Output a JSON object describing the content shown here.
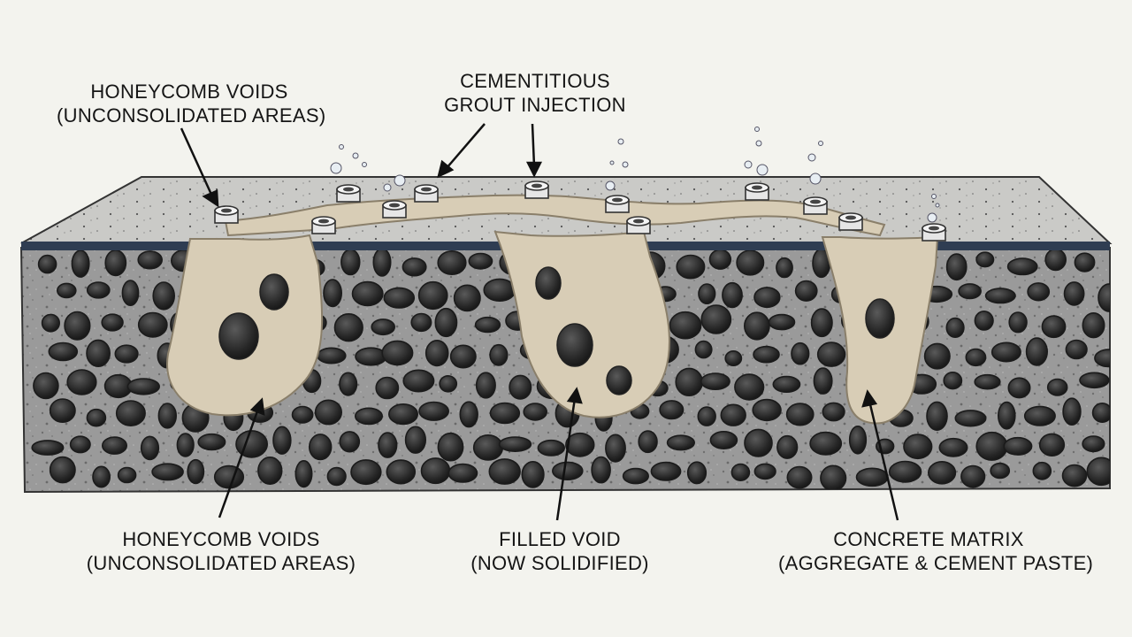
{
  "labels": {
    "honeycomb_top": {
      "line1": "HONEYCOMB VOIDS",
      "line2": "(UNCONSOLIDATED AREAS)"
    },
    "grout_injection": {
      "line1": "CEMENTITIOUS",
      "line2": "GROUT INJECTION"
    },
    "honeycomb_bottom": {
      "line1": "HONEYCOMB VOIDS",
      "line2": "(UNCONSOLIDATED AREAS)"
    },
    "filled_void": {
      "line1": "FILLED VOID",
      "line2": "(NOW SOLIDIFIED)"
    },
    "concrete_matrix": {
      "line1": "CONCRETE MATRIX",
      "line2": "(AGGREGATE & CEMENT PASTE)"
    }
  },
  "colors": {
    "background": "#f3f3ee",
    "slab_top": "#c9c9c6",
    "slab_front": "#8f8f8f",
    "void_fill": "#2e2e2e",
    "grout": "#d8cdb6",
    "grout_outline": "#8a7f6a",
    "top_stripe": "#2f3d52",
    "port": "#e6e6e6"
  },
  "icons": {
    "injection_port": "injection-port-icon",
    "air_bubble": "air-bubble-icon"
  }
}
